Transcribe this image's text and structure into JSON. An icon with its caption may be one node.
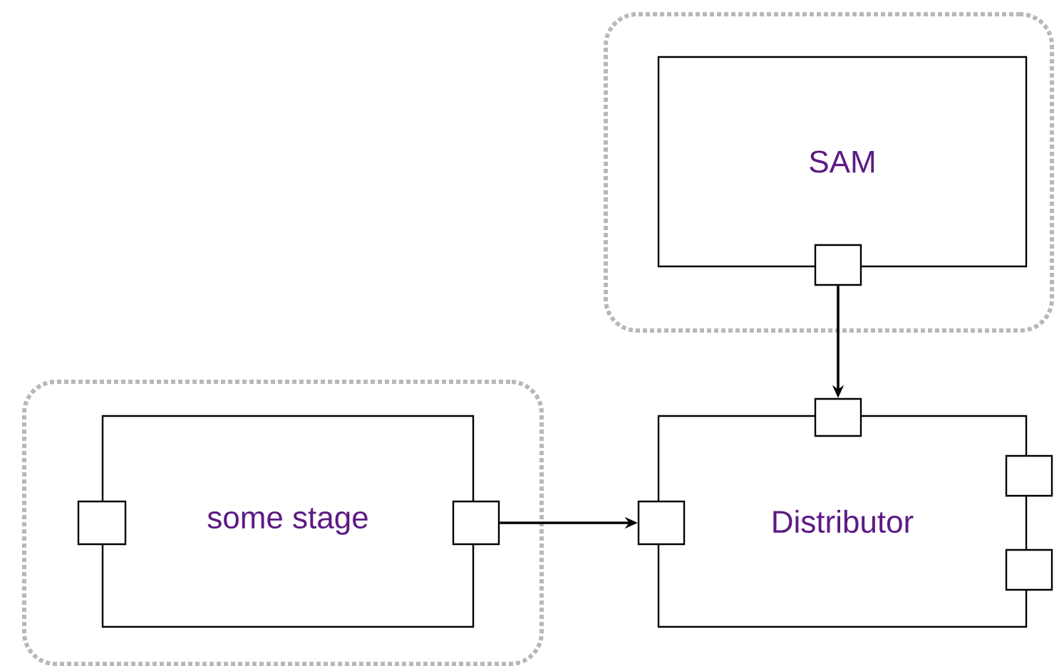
{
  "diagram": {
    "nodes": [
      {
        "text": [],
        "shape": "box"
      },
      {
        "text": [
          "SAM"
        ],
        "in": 0
      },
      {
        "text": [],
        "shape": "box",
        "in": 0
      },
      {
        "text": [],
        "shape": "box"
      },
      {
        "text": [
          "some stage"
        ],
        "in": 3
      },
      {
        "text": [],
        "shape": "box",
        "in": 3
      },
      {
        "text": [],
        "shape": "box",
        "in": 3
      },
      {
        "text": [
          "Distributor"
        ]
      },
      {
        "text": [],
        "shape": "box"
      },
      {
        "text": [],
        "shape": "box"
      },
      {
        "text": [],
        "shape": "box"
      },
      {
        "text": [],
        "shape": "box"
      }
    ],
    "edges": [
      {
        "from": 2,
        "to": 8,
        "arrow": "to"
      },
      {
        "from": 6,
        "to": 9,
        "arrow": "to"
      }
    ]
  }
}
